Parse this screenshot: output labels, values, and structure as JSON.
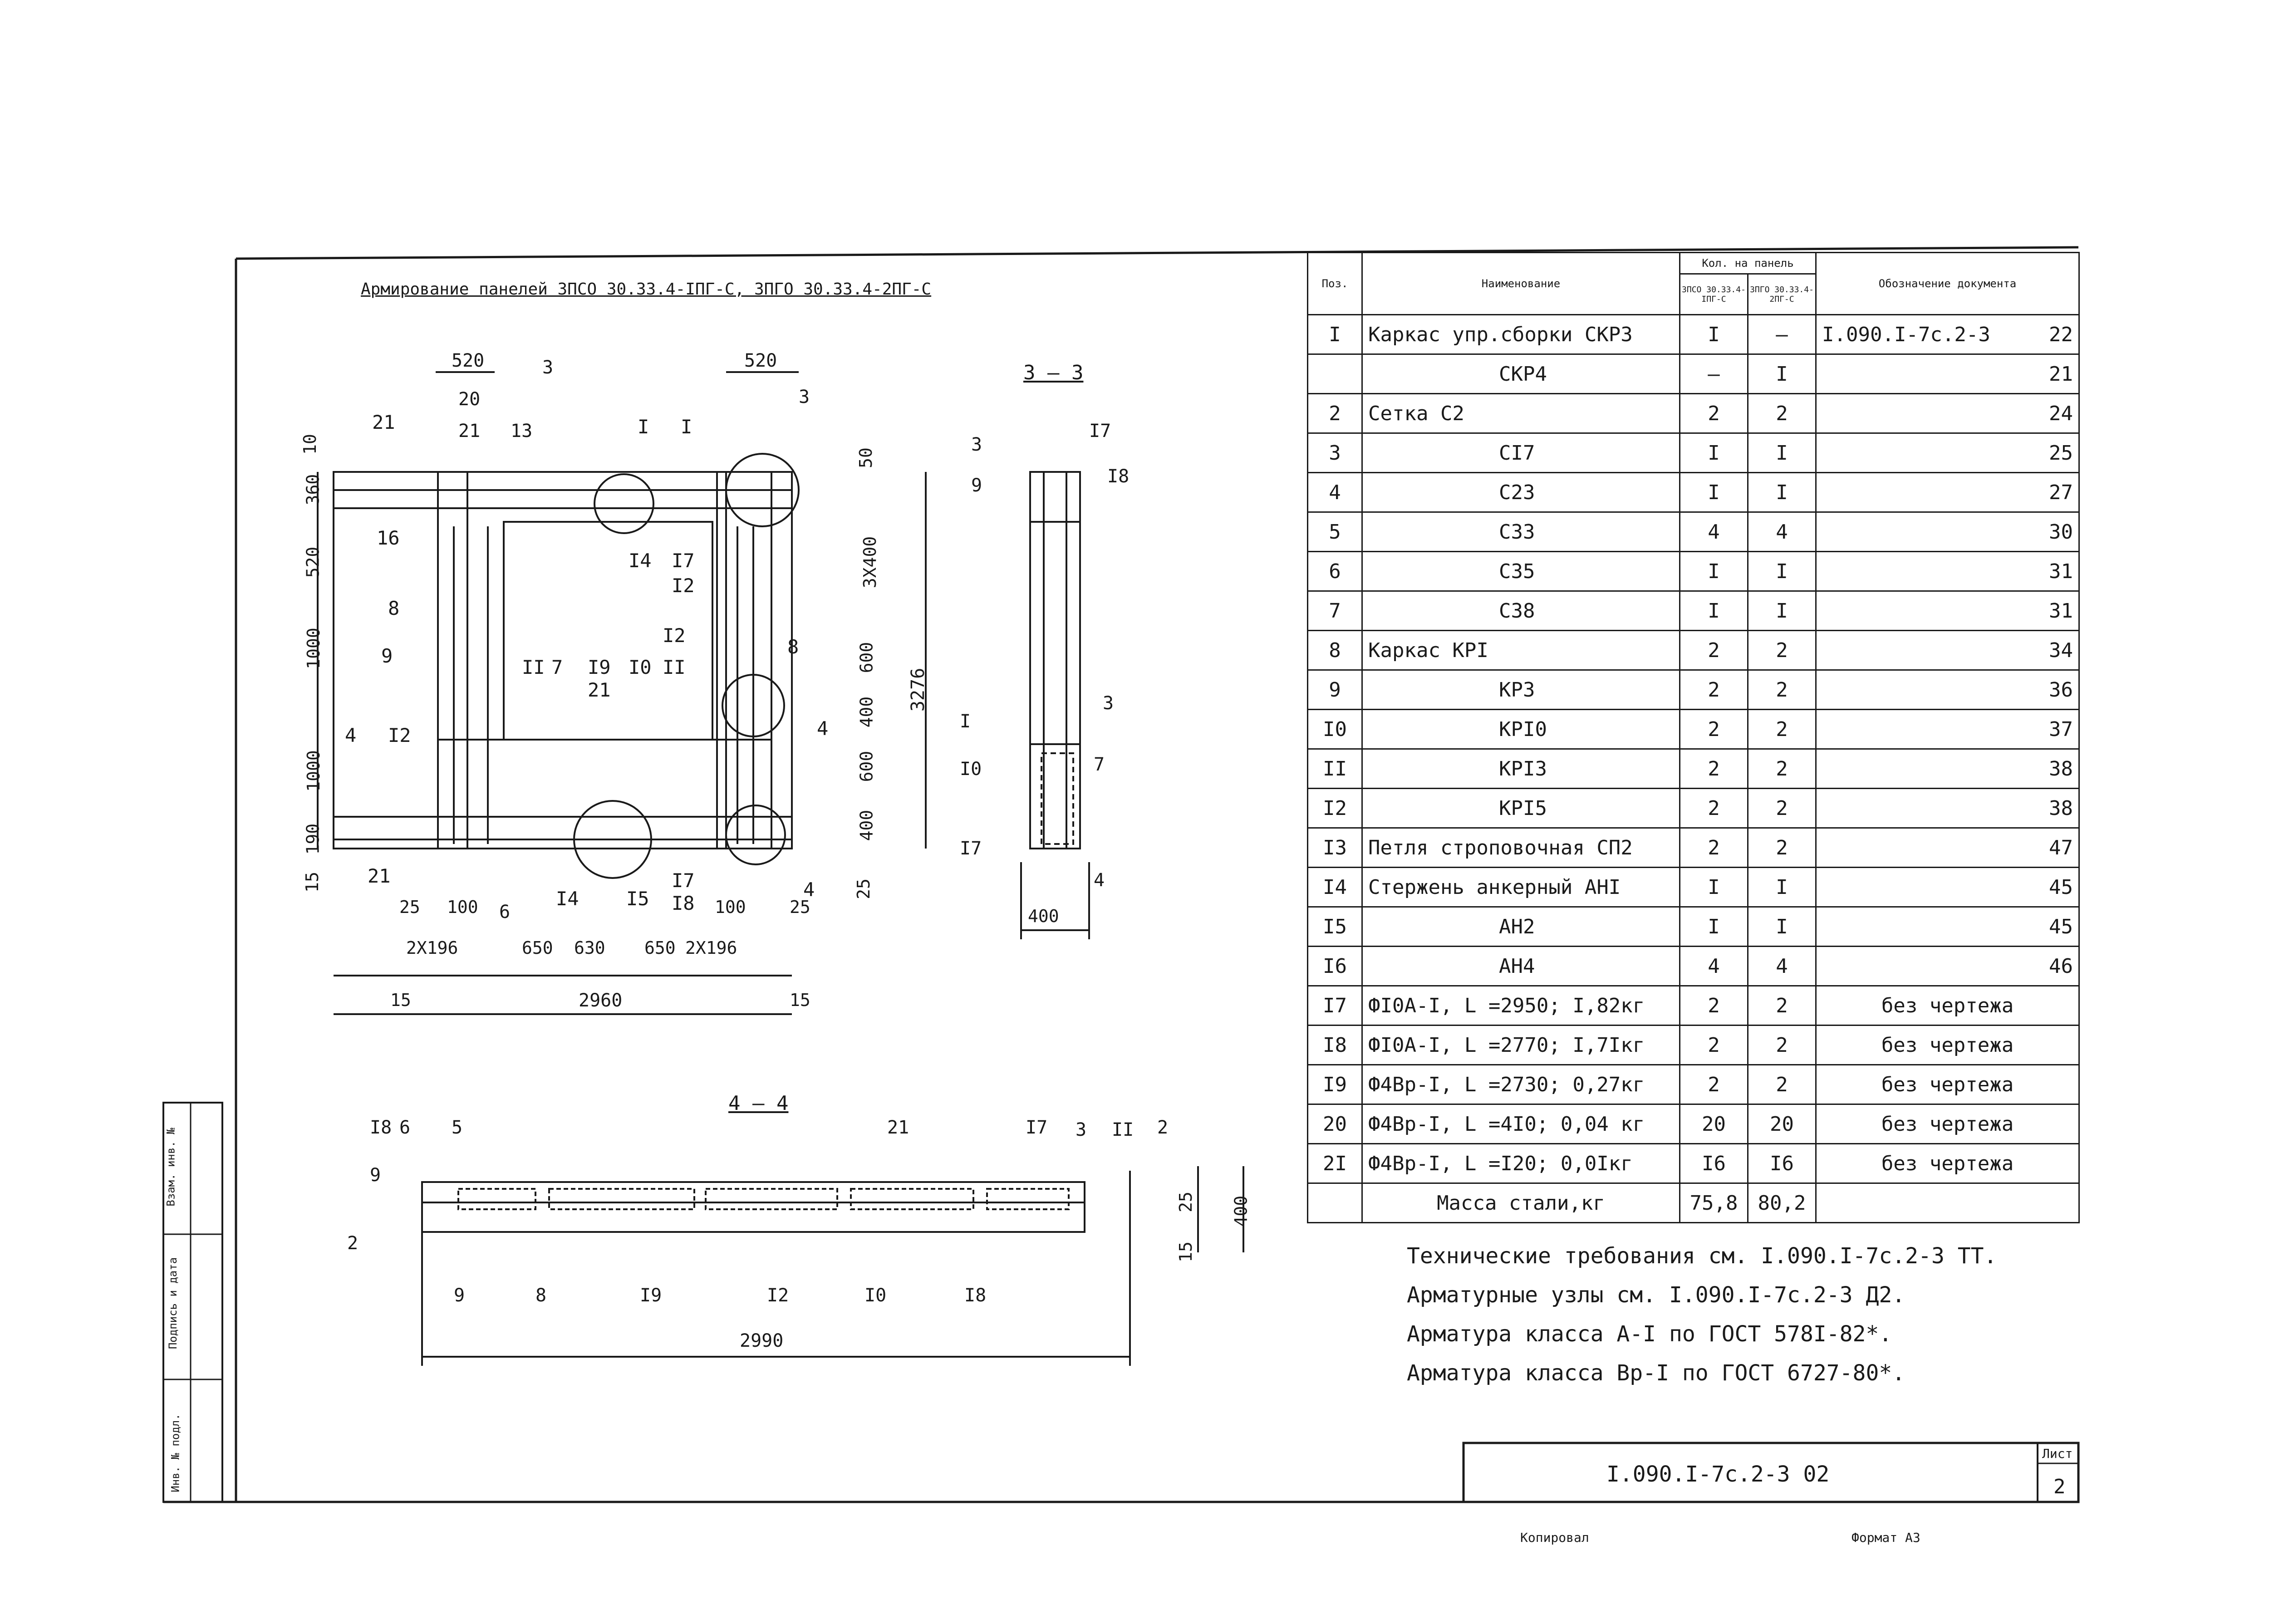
{
  "drawing": {
    "title": "Армирование панелей ЗПСО 30.33.4-IПГ-С, ЗПГО 30.33.4-2ПГ-С",
    "section_33": "3 – 3",
    "section_44": "4 – 4",
    "main_dims": {
      "top_520_left": "520",
      "top_520_right": "520",
      "left_col": [
        "10",
        "360",
        "520",
        "1000",
        "1000",
        "190",
        "15"
      ],
      "right_col": [
        "50",
        "3X400",
        "600",
        "400",
        "600",
        "400",
        "25"
      ],
      "total_height": "3276",
      "bottom_row": [
        "25",
        "100",
        "2X196",
        "650",
        "630",
        "650",
        "2X196",
        "100",
        "25"
      ],
      "overall_width": "2960",
      "left_edge": "15",
      "right_edge": "15",
      "section_width": "400",
      "sec44_width": "2990",
      "sec44_25": "25",
      "sec44_400": "400",
      "sec44_15": "15"
    },
    "callouts": [
      "21",
      "20",
      "21",
      "13",
      "3",
      "I",
      "I",
      "16",
      "8",
      "9",
      "I2",
      "4",
      "I4",
      "I7",
      "I2",
      "II",
      "7",
      "I9",
      "21",
      "I0",
      "II",
      "I2",
      "8",
      "4",
      "21",
      "3",
      "I4",
      "I5",
      "I7",
      "I8",
      "4",
      "6",
      "3",
      "9",
      "I7",
      "I8",
      "I",
      "3",
      "I0",
      "7",
      "I7",
      "4",
      "I8",
      "6",
      "5",
      "9",
      "2",
      "21",
      "I7",
      "3",
      "II",
      "2",
      "9",
      "8",
      "I9",
      "I2",
      "I0",
      "I8",
      "I0",
      "I2"
    ]
  },
  "spec_table": {
    "headers": {
      "pos": "Поз.",
      "name": "Наименование",
      "qty_group": "Кол. на панель",
      "qty1": "ЗПСО 30.33.4-IПГ-С",
      "qty2": "ЗПГО 30.33.4-2ПГ-С",
      "doc": "Обозначение документа"
    },
    "rows": [
      {
        "pos": "I",
        "name": "Каркас упр.сборки СКР3",
        "q1": "I",
        "q2": "–",
        "doc": "I.090.I-7с.2-3",
        "page": "22"
      },
      {
        "pos": "",
        "name": "СКР4",
        "q1": "–",
        "q2": "I",
        "doc": "",
        "page": "21"
      },
      {
        "pos": "2",
        "name": "Сетка С2",
        "q1": "2",
        "q2": "2",
        "doc": "",
        "page": "24"
      },
      {
        "pos": "3",
        "name": "СI7",
        "q1": "I",
        "q2": "I",
        "doc": "",
        "page": "25"
      },
      {
        "pos": "4",
        "name": "С23",
        "q1": "I",
        "q2": "I",
        "doc": "",
        "page": "27"
      },
      {
        "pos": "5",
        "name": "С33",
        "q1": "4",
        "q2": "4",
        "doc": "",
        "page": "30"
      },
      {
        "pos": "6",
        "name": "С35",
        "q1": "I",
        "q2": "I",
        "doc": "",
        "page": "31"
      },
      {
        "pos": "7",
        "name": "С38",
        "q1": "I",
        "q2": "I",
        "doc": "",
        "page": "31"
      },
      {
        "pos": "8",
        "name": "Каркас КРI",
        "q1": "2",
        "q2": "2",
        "doc": "",
        "page": "34"
      },
      {
        "pos": "9",
        "name": "КР3",
        "q1": "2",
        "q2": "2",
        "doc": "",
        "page": "36"
      },
      {
        "pos": "I0",
        "name": "КРI0",
        "q1": "2",
        "q2": "2",
        "doc": "",
        "page": "37"
      },
      {
        "pos": "II",
        "name": "КРI3",
        "q1": "2",
        "q2": "2",
        "doc": "",
        "page": "38"
      },
      {
        "pos": "I2",
        "name": "КРI5",
        "q1": "2",
        "q2": "2",
        "doc": "",
        "page": "38"
      },
      {
        "pos": "I3",
        "name": "Петля строповочная СП2",
        "q1": "2",
        "q2": "2",
        "doc": "",
        "page": "47"
      },
      {
        "pos": "I4",
        "name": "Стержень анкерный АНI",
        "q1": "I",
        "q2": "I",
        "doc": "",
        "page": "45"
      },
      {
        "pos": "I5",
        "name": "АН2",
        "q1": "I",
        "q2": "I",
        "doc": "",
        "page": "45"
      },
      {
        "pos": "I6",
        "name": "АН4",
        "q1": "4",
        "q2": "4",
        "doc": "",
        "page": "46"
      },
      {
        "pos": "I7",
        "name": "ФI0А-I, L =2950; I,82кг",
        "q1": "2",
        "q2": "2",
        "doc": "без чертежа",
        "page": ""
      },
      {
        "pos": "I8",
        "name": "ФI0А-I, L =2770; I,7Iкг",
        "q1": "2",
        "q2": "2",
        "doc": "без чертежа",
        "page": ""
      },
      {
        "pos": "I9",
        "name": "Ф4Вр-I, L =2730; 0,27кг",
        "q1": "2",
        "q2": "2",
        "doc": "без чертежа",
        "page": ""
      },
      {
        "pos": "20",
        "name": "Ф4Вр-I, L =4I0; 0,04 кг",
        "q1": "20",
        "q2": "20",
        "doc": "без чертежа",
        "page": ""
      },
      {
        "pos": "2I",
        "name": "Ф4Вр-I, L =I20; 0,0Iкг",
        "q1": "I6",
        "q2": "I6",
        "doc": "без чертежа",
        "page": ""
      }
    ],
    "total": {
      "label": "Масса стали,кг",
      "q1": "75,8",
      "q2": "80,2"
    }
  },
  "notes": [
    "Технические требования см. I.090.I-7с.2-3 ТТ.",
    "Арматурные узлы см. I.090.I-7с.2-3 Д2.",
    "Арматура класса А-I по ГОСТ 578I-82*.",
    "Арматура класса Вр-I по ГОСТ 6727-80*."
  ],
  "title_block": {
    "code": "I.090.I-7с.2-3 02",
    "sheet_label": "Лист",
    "sheet_no": "2"
  },
  "side_stamp": [
    "Инв. № подл.",
    "Подпись и дата",
    "Взам. инв. №"
  ],
  "footer": {
    "copied": "Копировал",
    "format": "Формат А3"
  }
}
